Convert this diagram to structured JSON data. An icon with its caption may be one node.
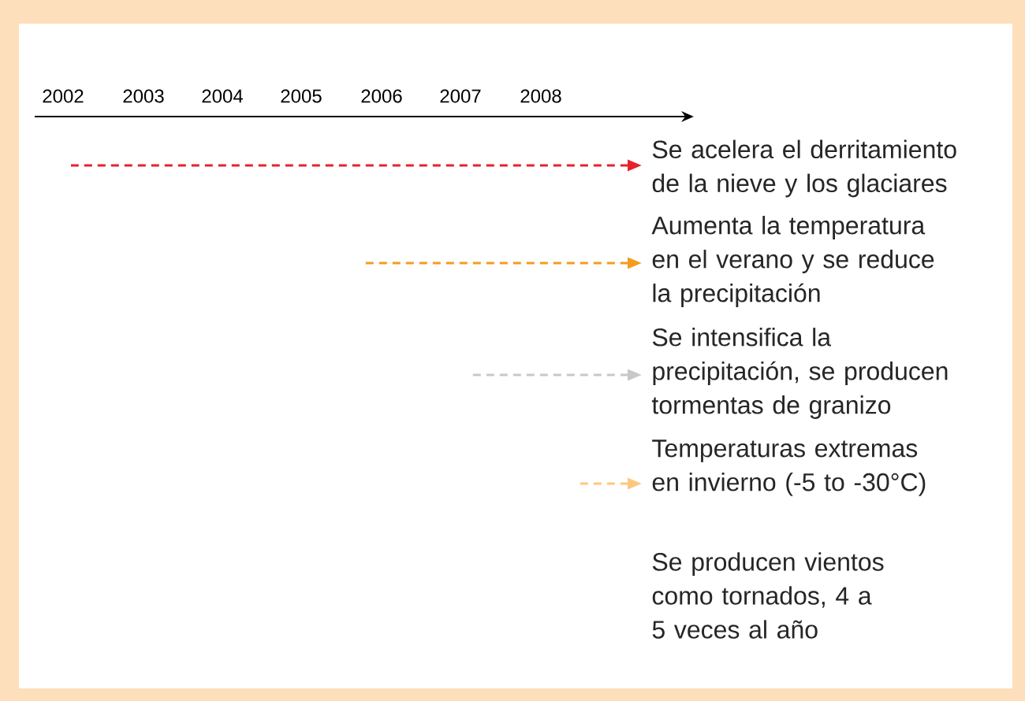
{
  "diagram": {
    "nodes": [
      {
        "text": [
          "Se acelera el derritamiento de la nieve y los glaciares"
        ]
      },
      {
        "text": [
          "Aumenta la temperatura en el verano y se reduce la precipitación"
        ]
      },
      {
        "text": [
          "Se intensifica la precipitación, se producen tormentas de granizo"
        ]
      },
      {
        "text": [
          "Temperaturas extremas en invierno (-5 to -30°C)"
        ]
      },
      {
        "text": [
          "Se producen vientos como tornados, 4 a 5 veces al año"
        ]
      }
    ],
    "edges": [
      {
        "from": null,
        "to": 0,
        "arrow": "to",
        "style": "dashed",
        "color": "#e8222a"
      },
      {
        "from": null,
        "to": 1,
        "arrow": "to",
        "style": "dashed",
        "color": "#f39c1f"
      },
      {
        "from": null,
        "to": 2,
        "arrow": "to",
        "style": "dashed",
        "color": "#c8c8c8"
      },
      {
        "from": null,
        "to": 3,
        "arrow": "to",
        "style": "dashed",
        "color": "#fdc77f"
      }
    ],
    "labels": [
      "2002",
      "2003",
      "2004",
      "2005",
      "2006",
      "2007",
      "2008"
    ]
  }
}
